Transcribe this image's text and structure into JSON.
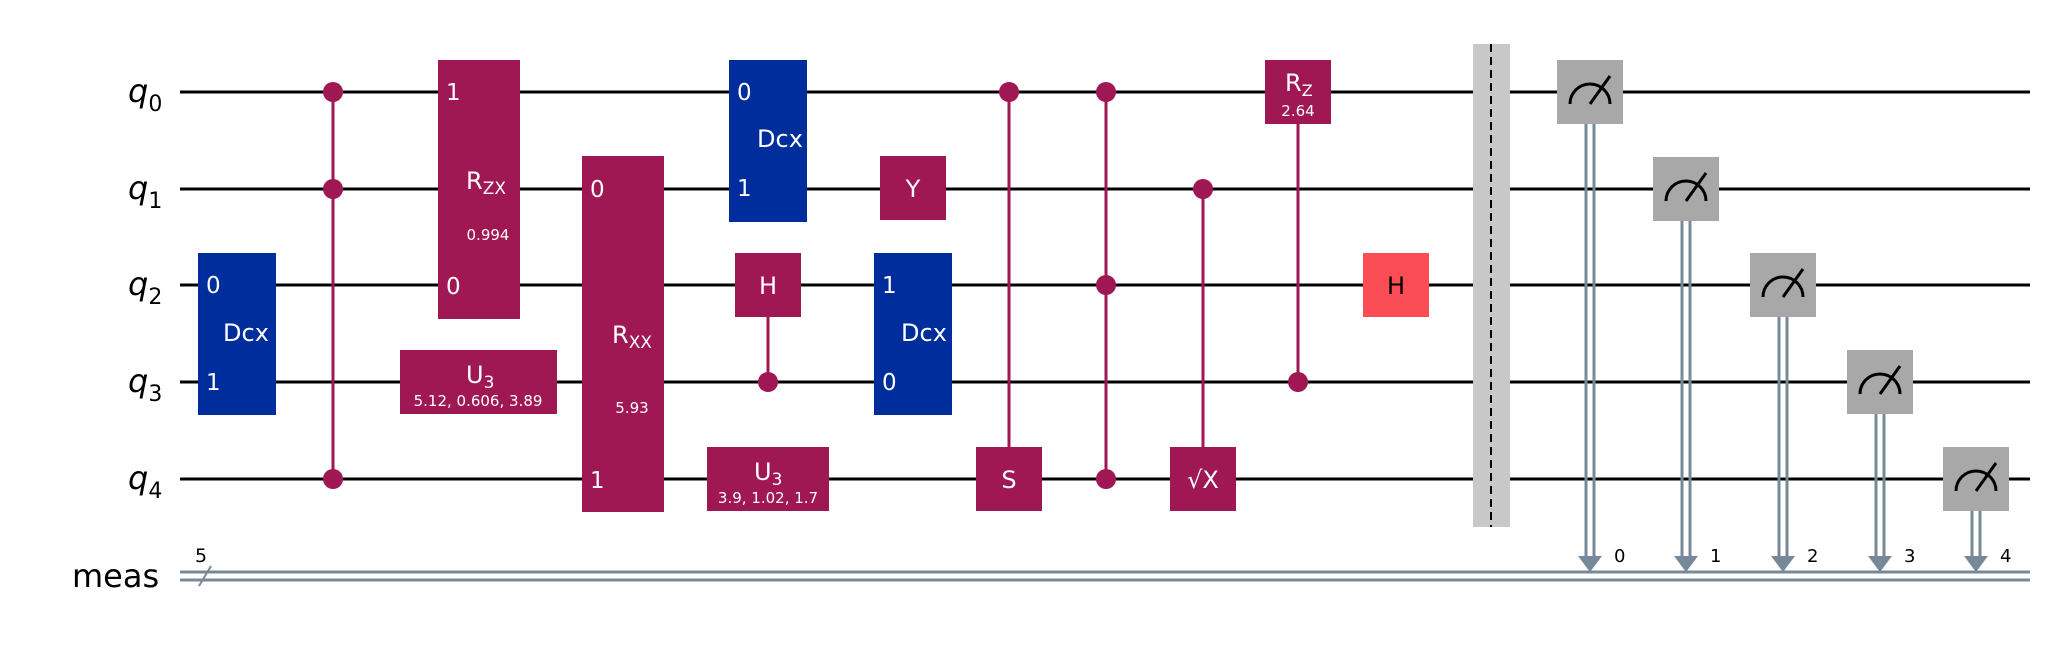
{
  "qubits": [
    {
      "name": "q",
      "index": "0"
    },
    {
      "name": "q",
      "index": "1"
    },
    {
      "name": "q",
      "index": "2"
    },
    {
      "name": "q",
      "index": "3"
    },
    {
      "name": "q",
      "index": "4"
    }
  ],
  "classical_register": {
    "name": "meas",
    "size": "5"
  },
  "colors": {
    "gate_magenta": "#9F1853",
    "gate_blue": "#002D9C",
    "gate_h_red": "#FA4D56",
    "measure_gray": "#A8A8A8",
    "barrier_gray": "#C8C8C8",
    "classical_line": "#778899",
    "wire": "#000000"
  },
  "gates": [
    {
      "type": "dcx",
      "label": "Dcx",
      "ports": [
        "0",
        "1"
      ]
    },
    {
      "type": "mcx_controls",
      "label": ""
    },
    {
      "type": "rzx",
      "label": "R",
      "sub": "ZX",
      "param": "0.994",
      "ports": [
        "1",
        "0"
      ]
    },
    {
      "type": "u3",
      "label": "U",
      "sub": "3",
      "param": "5.12, 0.606, 3.89"
    },
    {
      "type": "rxx",
      "label": "R",
      "sub": "XX",
      "param": "5.93",
      "ports": [
        "0",
        "1"
      ]
    },
    {
      "type": "dcx",
      "label": "Dcx",
      "ports": [
        "0",
        "1"
      ]
    },
    {
      "type": "h",
      "label": "H"
    },
    {
      "type": "u3",
      "label": "U",
      "sub": "3",
      "param": "3.9, 1.02, 1.7"
    },
    {
      "type": "y",
      "label": "Y"
    },
    {
      "type": "dcx",
      "label": "Dcx",
      "ports": [
        "1",
        "0"
      ]
    },
    {
      "type": "cs",
      "label": "S"
    },
    {
      "type": "ccz",
      "label": ""
    },
    {
      "type": "csx",
      "label": "√X"
    },
    {
      "type": "crz",
      "label": "R",
      "sub": "Z",
      "param": "2.64"
    },
    {
      "type": "h",
      "label": "H"
    },
    {
      "type": "barrier",
      "label": ""
    },
    {
      "type": "measure",
      "bit_labels": [
        "0",
        "1",
        "2",
        "3",
        "4"
      ]
    }
  ]
}
